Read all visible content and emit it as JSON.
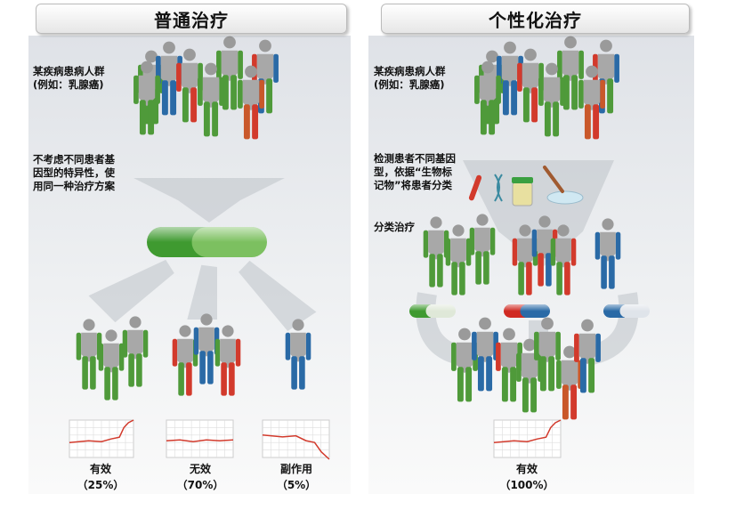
{
  "left": {
    "title": "普通治疗",
    "population": "某疾病患病人群\n(例如：乳腺癌)",
    "description": "不考虑不同患者基\n因型的特异性，使\n用同一种治疗方案",
    "outcomes": [
      {
        "label": "有效",
        "percent": "（25%）",
        "trend": "up"
      },
      {
        "label": "无效",
        "percent": "（70%）",
        "trend": "flat"
      },
      {
        "label": "副作用",
        "percent": "（5%）",
        "trend": "down"
      }
    ]
  },
  "right": {
    "title": "个性化治疗",
    "population": "某疾病患病人群\n(例如：乳腺癌)",
    "description": "检测患者不同基因\n型，依据“生物标\n记物”将患者分类",
    "step": "分类治疗",
    "outcome": {
      "label": "有效",
      "percent": "（100%）",
      "trend": "up"
    }
  },
  "colors": {
    "green": "#4f9a3a",
    "blue": "#2a6aa6",
    "red": "#d23a2c",
    "orange": "#c9582a",
    "pill_green": "#4aa03a"
  }
}
